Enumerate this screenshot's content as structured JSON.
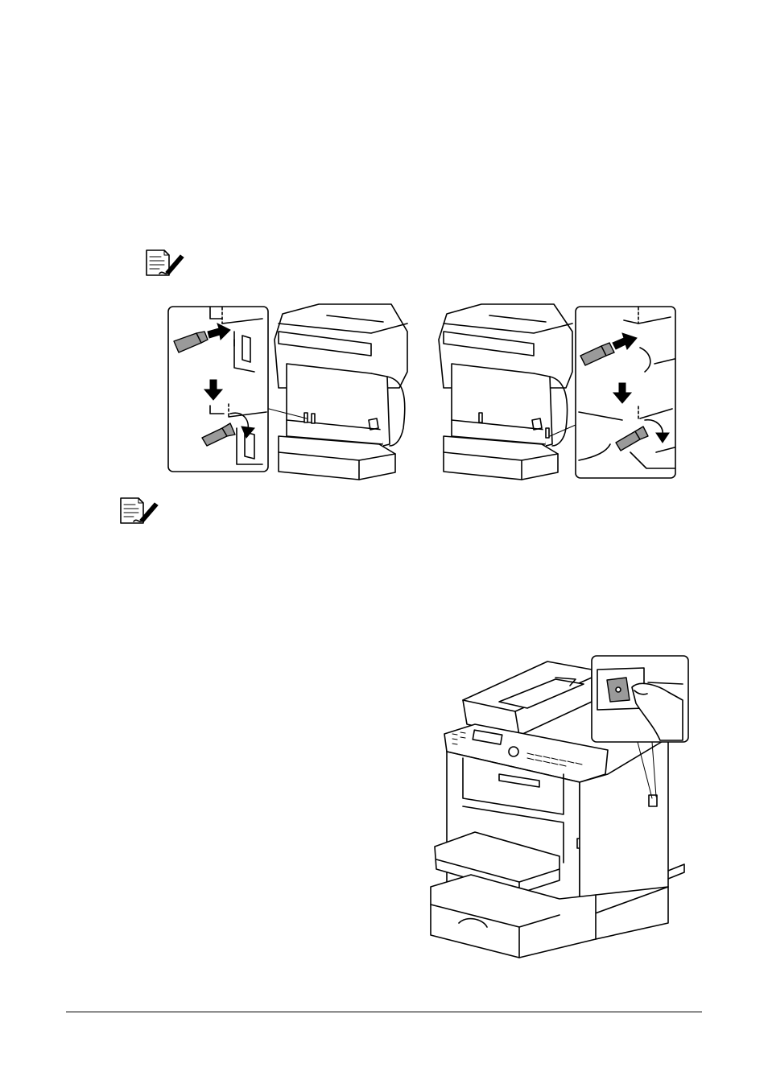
{
  "page": {
    "background": "#ffffff",
    "ink": "#000000",
    "part_fill": "#9a9a9a"
  },
  "icons": {
    "note_1": "note-icon",
    "note_2": "note-icon"
  },
  "figures": {
    "lock_lever_left": "lock-lever-left-illustration",
    "lock_lever_right": "lock-lever-right-illustration",
    "power_switch": "power-switch-illustration"
  }
}
